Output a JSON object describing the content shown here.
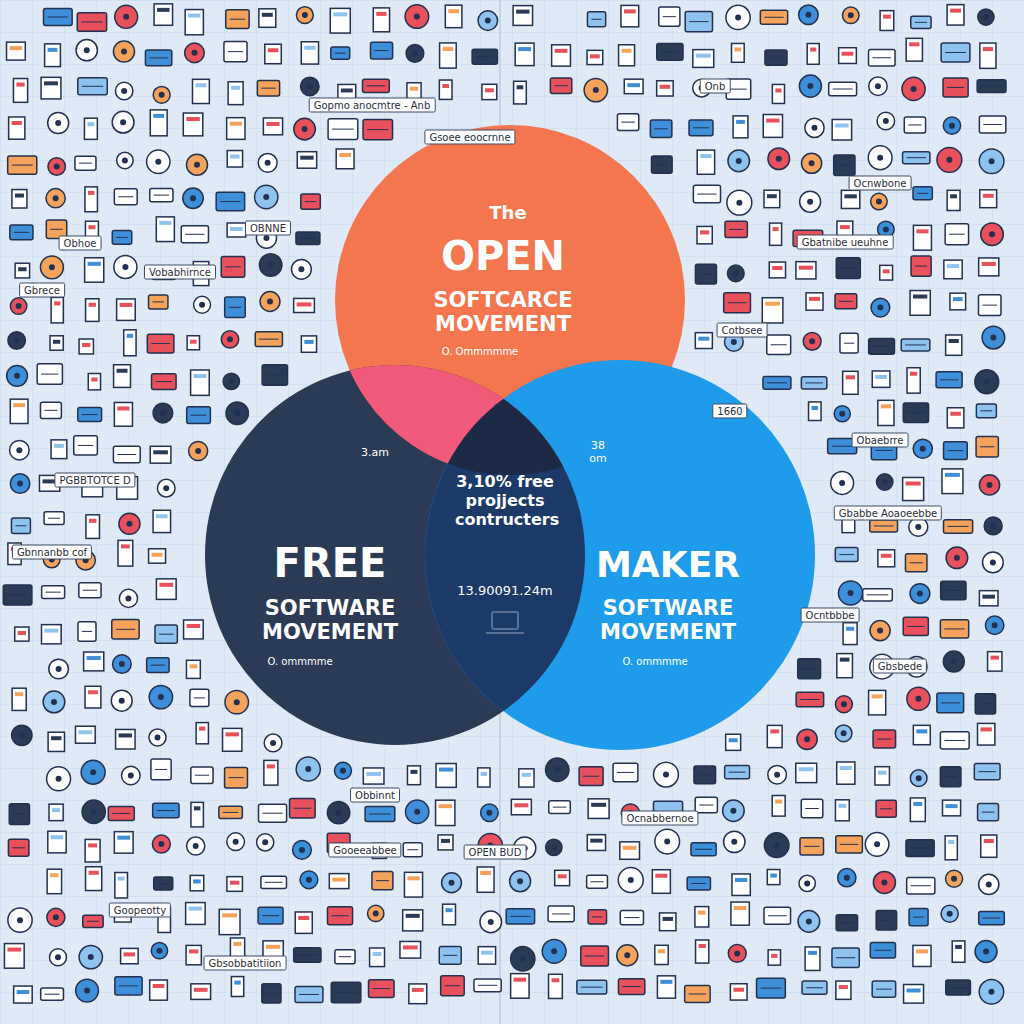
{
  "diagram": {
    "nodes": [
      {
        "text": [
          "The",
          "OPEN",
          "SOFTCARCE MOVEMENT",
          "O. Ommmmme"
        ]
      },
      {
        "text": [
          "FREE",
          "SOFTWARE MOVEMENT",
          "O. ommmme"
        ]
      },
      {
        "text": [
          "MAKER",
          "SOFTWARE MOVEMENT",
          "O. ommmme"
        ]
      }
    ],
    "labels": [
      "3.am",
      "38 om",
      "3,10% free projjects contructers",
      "13.90091.24m",
      "Gopmo anocmtre - Anb",
      "Gsoee eoocrnne",
      "Onb",
      "Obhoe",
      "OBNNE",
      "Gbrece",
      "Vobabhirnce",
      "Ocnwbone",
      "Gbatnibe ueuhne",
      "Cotbsee",
      "PGBBTOTCE D",
      "Gbnnanbb cof",
      "Obaebrre",
      "Gbabbe Aoaoeebbe",
      "1660",
      "Ocntbbbe",
      "Gbsbede",
      "OPEN BUD",
      "Gooeeabbee",
      "Ocnabbernoe",
      "Goopeotty",
      "Gbsobbatitiion",
      "Obbinnt"
    ]
  }
}
